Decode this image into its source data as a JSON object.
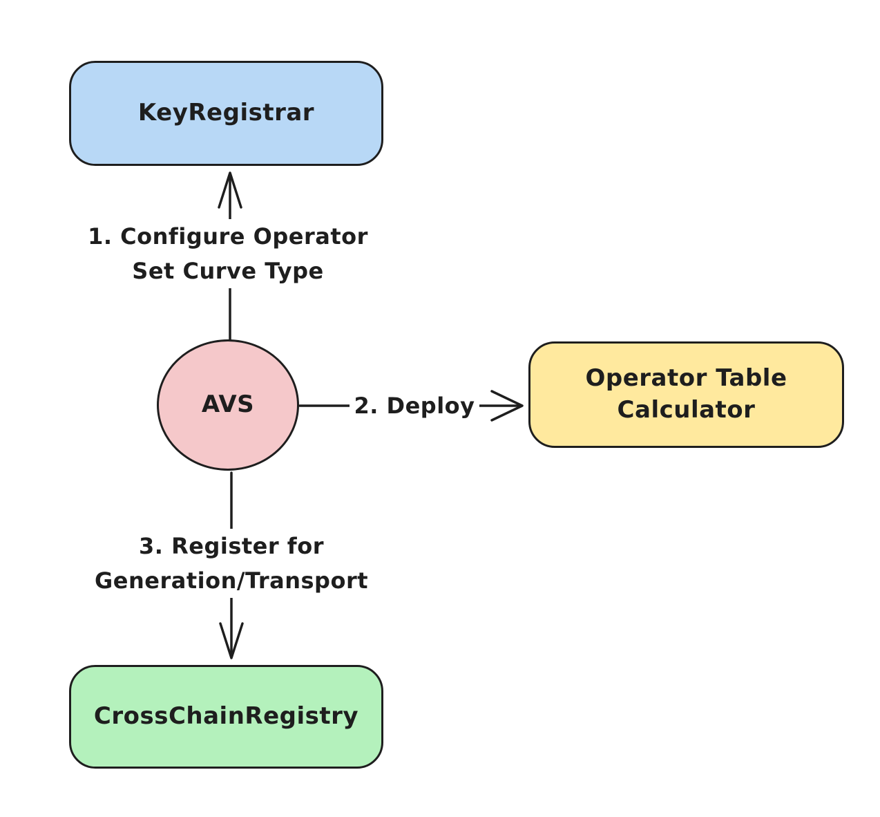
{
  "diagram": {
    "background": "#ffffff",
    "stroke_color": "#1e1e1e",
    "nodes": {
      "key_registrar": {
        "label": "KeyRegistrar",
        "fill": "#b8d8f6"
      },
      "avs": {
        "label": "AVS",
        "fill": "#f5c8ca"
      },
      "operator_table_calculator": {
        "line1": "Operator Table",
        "line2": "Calculator",
        "fill": "#ffe99e"
      },
      "cross_chain_registry": {
        "label": "CrossChainRegistry",
        "fill": "#b4f1bc"
      }
    },
    "edges": {
      "configure_curve_type": {
        "line1": "1. Configure Operator",
        "line2": "Set Curve Type"
      },
      "deploy": {
        "label": "2. Deploy"
      },
      "register_generation_transport": {
        "line1": "3. Register for",
        "line2": "Generation/Transport"
      }
    }
  }
}
